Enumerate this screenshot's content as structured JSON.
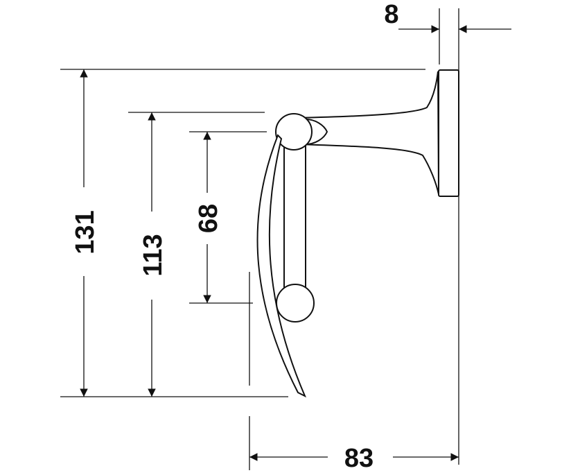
{
  "dimensions": {
    "mount_thickness": "8",
    "overall_height": "131",
    "roll_height": "113",
    "bar_length": "68",
    "projection": "83"
  },
  "colors": {
    "line": "#111111",
    "background": "#ffffff"
  }
}
